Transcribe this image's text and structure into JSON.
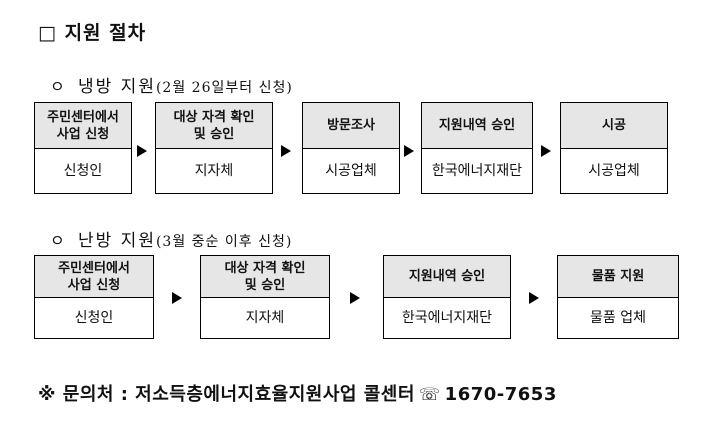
{
  "section_title": "□ 지원 절차",
  "cooling": {
    "bullet": "ㅇ",
    "title": "냉방 지원",
    "note": "(2월 26일부터 신청)",
    "steps": [
      {
        "head": "주민센터에서\n사업 신청",
        "body": "신청인"
      },
      {
        "head": "대상 자격 확인\n및 승인",
        "body": "지자체"
      },
      {
        "head": "방문조사",
        "body": "시공업체"
      },
      {
        "head": "지원내역 승인",
        "body": "한국에너지재단"
      },
      {
        "head": "시공",
        "body": "시공업체"
      }
    ]
  },
  "heating": {
    "bullet": "ㅇ",
    "title": "난방 지원",
    "note": "(3월 중순 이후 신청)",
    "steps": [
      {
        "head": "주민센터에서\n사업 신청",
        "body": "신청인"
      },
      {
        "head": "대상 자격 확인\n및 승인",
        "body": "지자체"
      },
      {
        "head": "지원내역 승인",
        "body": "한국에너지재단"
      },
      {
        "head": "물품 지원",
        "body": "물품 업체"
      }
    ]
  },
  "contact": {
    "prefix": "※ 문의처 : 저소득층에너지효율지원사업 콜센터",
    "icon": "telephone-icon",
    "icon_glyph": "☏",
    "phone": "1670-7653"
  }
}
